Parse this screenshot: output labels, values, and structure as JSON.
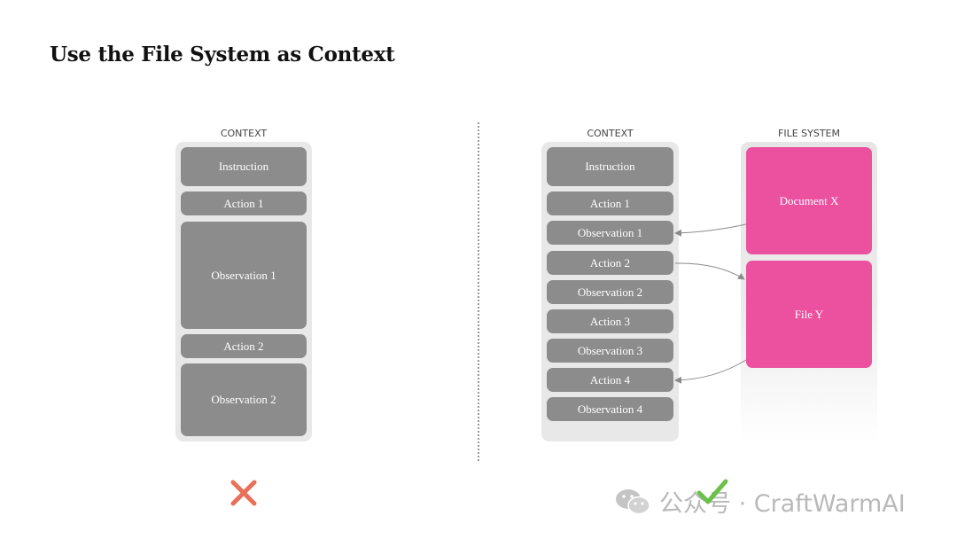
{
  "title": "Use the File System as Context",
  "left": {
    "label": "CONTEXT",
    "blocks": [
      "Instruction",
      "Action 1",
      "Observation 1",
      "Action 2",
      "Observation 2"
    ]
  },
  "right": {
    "context_label": "CONTEXT",
    "fs_label": "FILE SYSTEM",
    "blocks": [
      "Instruction",
      "Action 1",
      "Observation 1",
      "Action 2",
      "Observation 2",
      "Action 3",
      "Observation 3",
      "Action 4",
      "Observation 4"
    ],
    "files": [
      "Document X",
      "File Y"
    ]
  },
  "marks": {
    "bad_icon": "cross-icon",
    "good_icon": "check-icon",
    "bad_color": "#e8705b",
    "good_color": "#6cc04a",
    "file_color": "#ec519f"
  },
  "watermark": {
    "text": "公众号 · CraftWarmAI",
    "icon": "wechat-icon"
  }
}
